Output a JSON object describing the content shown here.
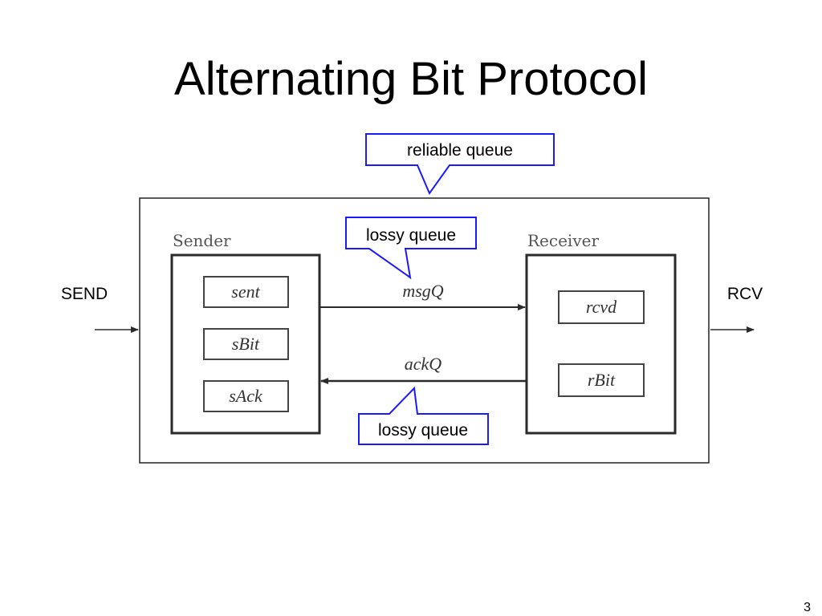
{
  "slide": {
    "title": "Alternating Bit Protocol",
    "page_number": "3"
  },
  "callouts": {
    "top": "reliable queue",
    "middle": "lossy queue",
    "bottom": "lossy queue"
  },
  "external": {
    "send": "SEND",
    "rcv": "RCV"
  },
  "sender": {
    "title": "Sender",
    "vars": [
      "sent",
      "sBit",
      "sAck"
    ]
  },
  "receiver": {
    "title": "Receiver",
    "vars": [
      "rcvd",
      "rBit"
    ]
  },
  "queues": {
    "msg": "msgQ",
    "ack": "ackQ"
  },
  "colors": {
    "callout_border": "#1a1aff",
    "box_stroke": "#2a2a2a"
  }
}
